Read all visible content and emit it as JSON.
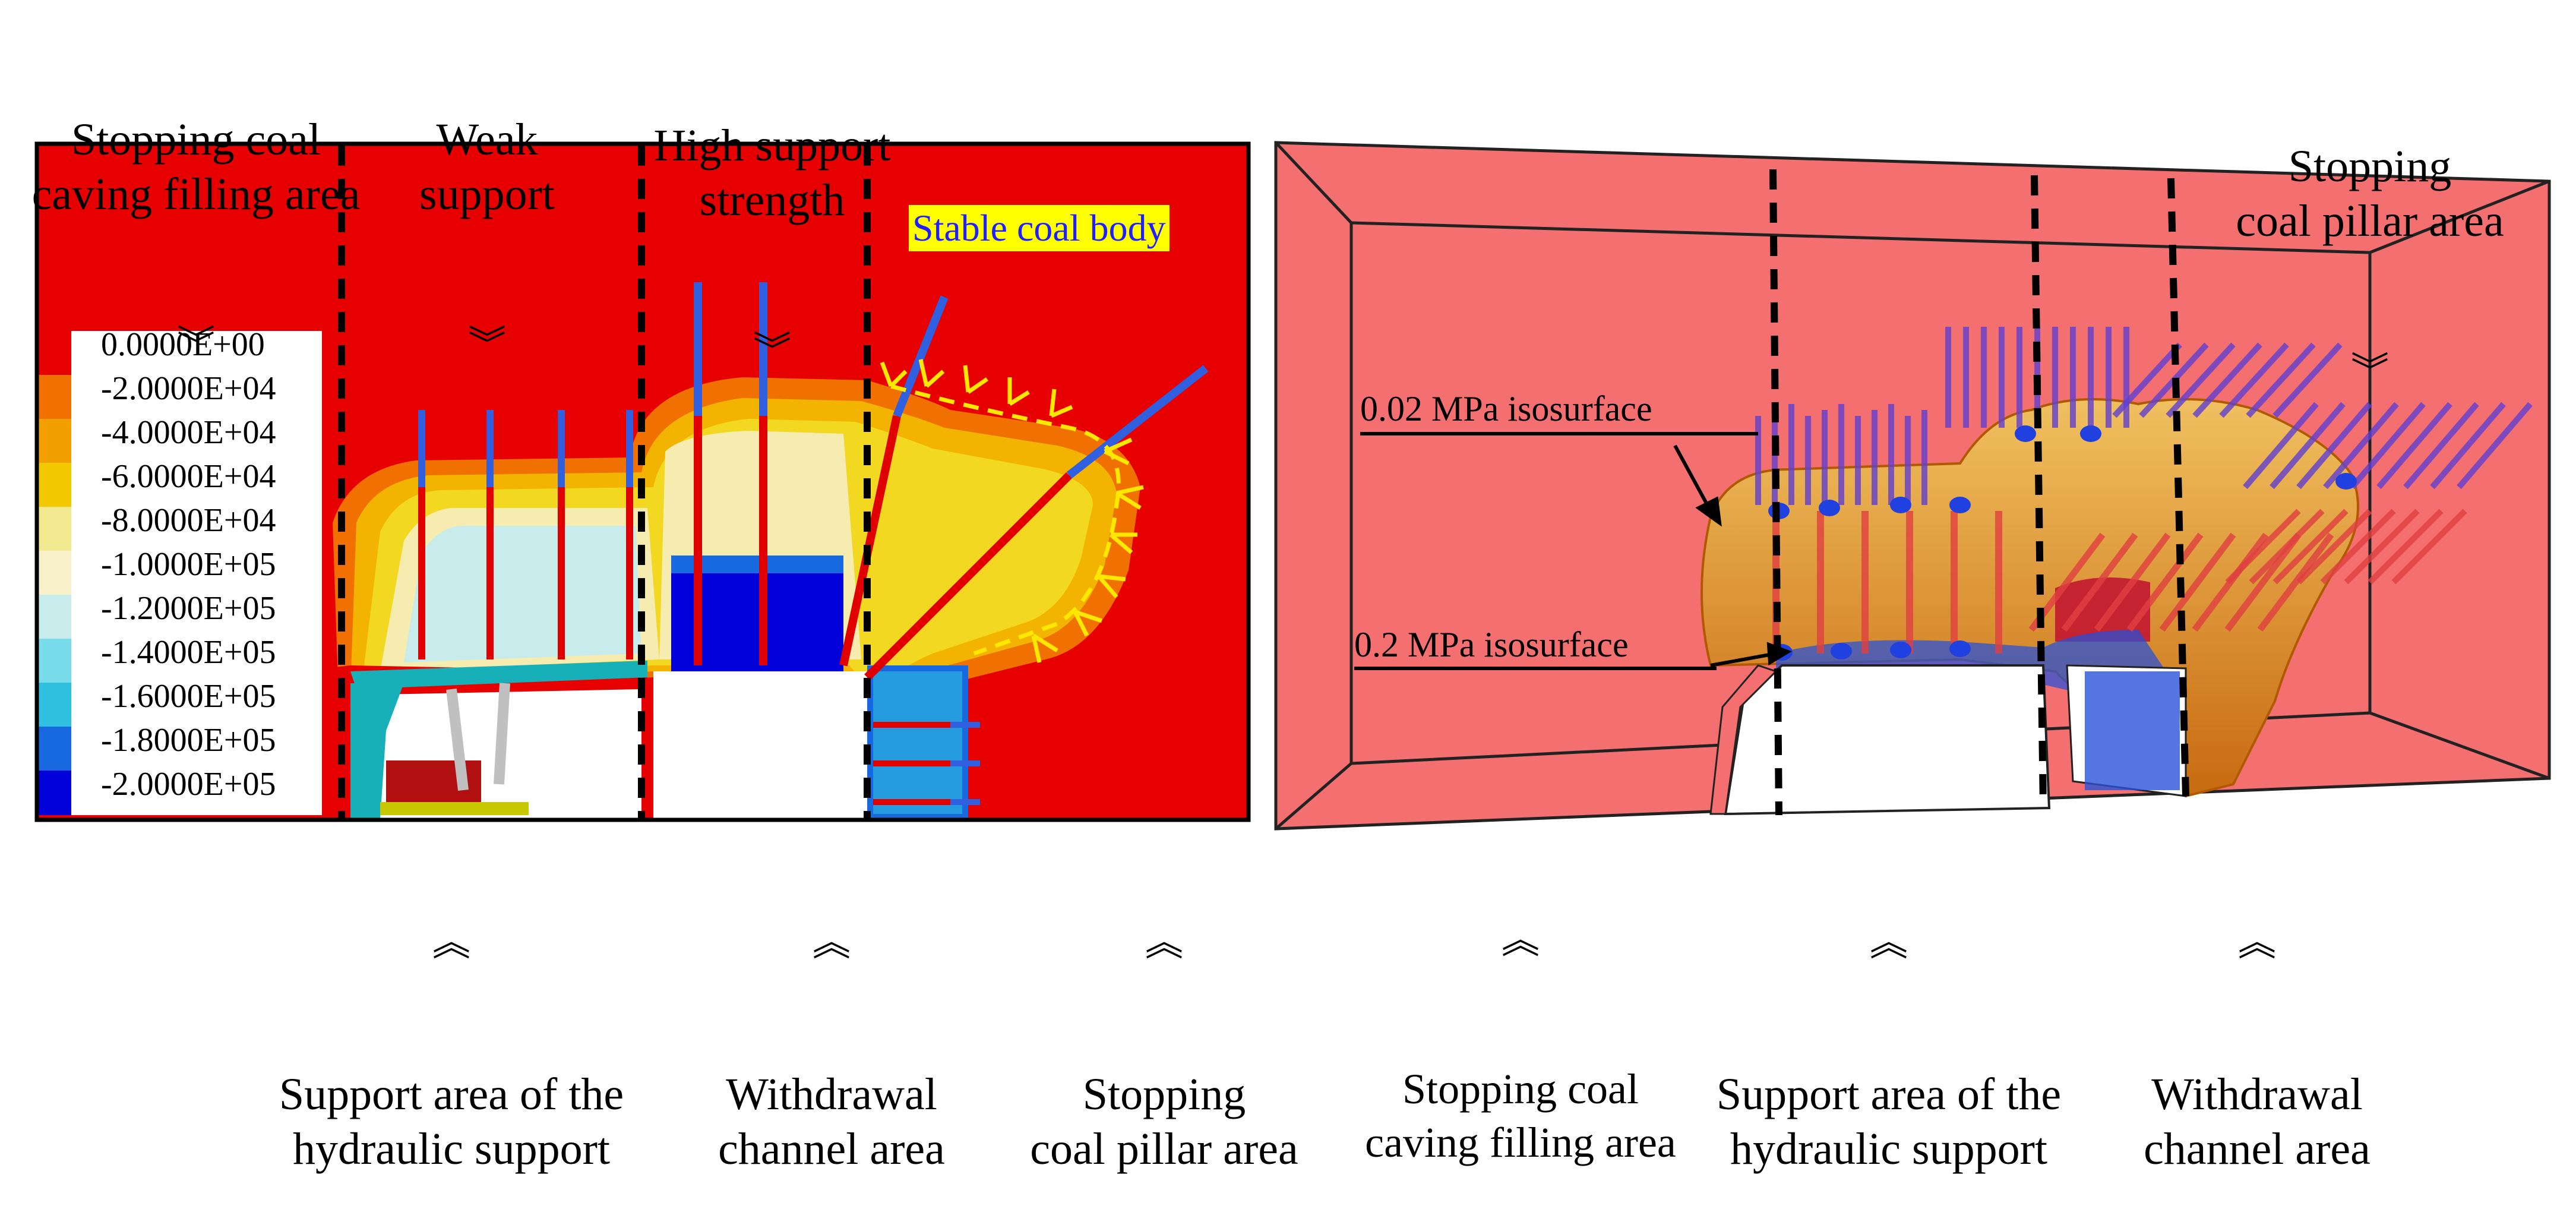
{
  "top_labels": [
    "Stopping coal\ncaving filling area",
    "Weak\nsupport",
    "High support\nstrength",
    "Stopping\ncoal pillar area"
  ],
  "bottom_labels_left": [
    "Support area of the\nhydraulic support",
    "Withdrawal\nchannel area",
    "Stopping\ncoal pillar area"
  ],
  "bottom_labels_right": [
    "Stopping coal\ncaving filling area",
    "Support area of the\nhydraulic support",
    "Withdrawal\nchannel area"
  ],
  "annotations": {
    "stable_coal_body": "Stable coal body",
    "isosurface_002": "0.02 MPa isosurface",
    "isosurface_02": "0.2 MPa isosurface"
  },
  "legend": {
    "values": [
      "0.0000E+00",
      "-2.0000E+04",
      "-4.0000E+04",
      "-6.0000E+04",
      "-8.0000E+04",
      "-1.0000E+05",
      "-1.2000E+05",
      "-1.4000E+05",
      "-1.6000E+05",
      "-1.8000E+05",
      "-2.0000E+05"
    ],
    "colors": [
      "#e60000",
      "#f07000",
      "#f2a000",
      "#f2c800",
      "#f2e890",
      "#f8f0c8",
      "#c8ecec",
      "#78dcea",
      "#30c0e0",
      "#1868e0",
      "#0000d8"
    ]
  },
  "colors": {
    "stress_background": "#e60000",
    "isosurface_pink": "#f47070",
    "support_cyan": "#18b0b8",
    "bolt_blue": "#3060e0",
    "crack_arrow_yellow": "#ffe800",
    "label_highlight": "#ffff00",
    "label_text_blue": "#2020ff"
  }
}
